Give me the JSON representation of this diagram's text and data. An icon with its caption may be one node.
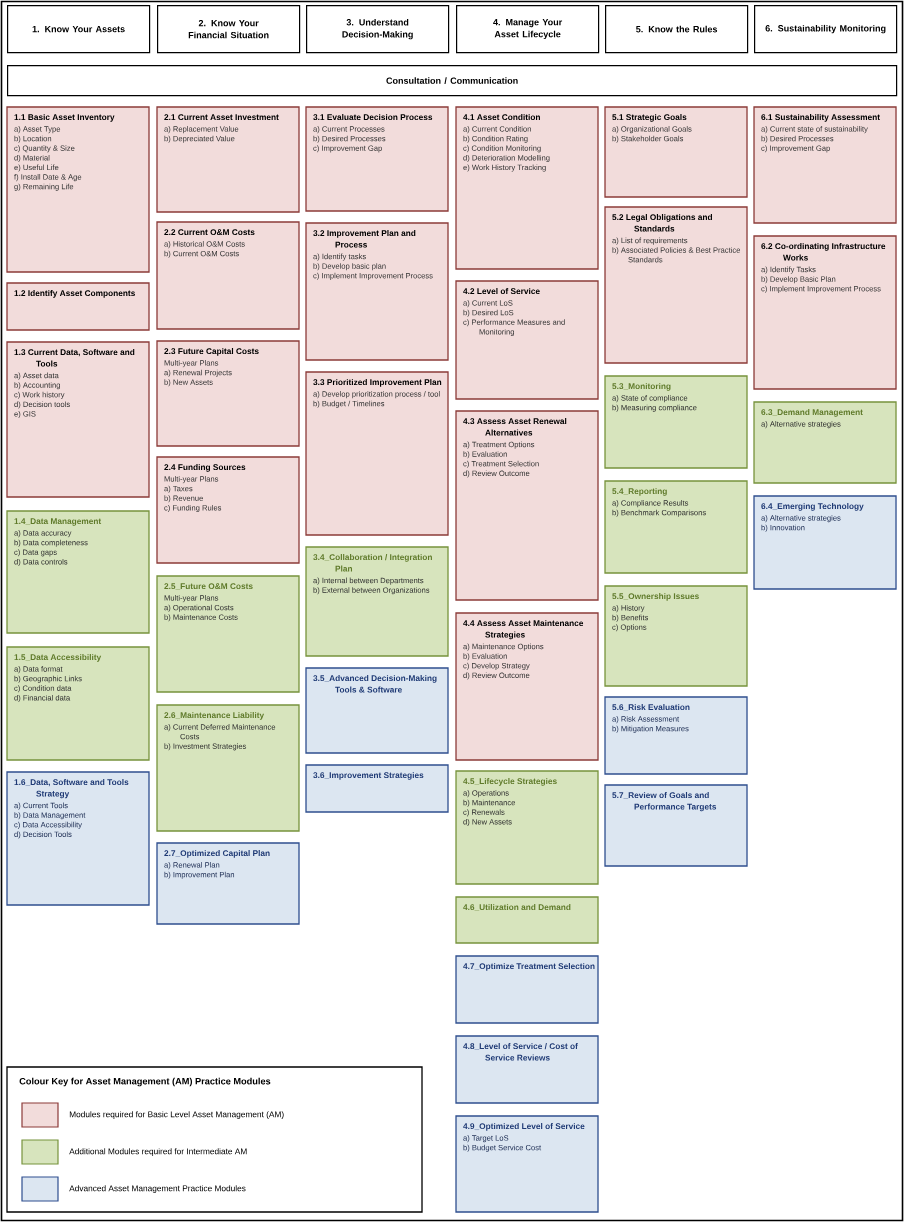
{
  "diagram": {
    "nodes": [
      {
        "text": [
          "1. Know Your Assets"
        ]
      },
      {
        "text": [
          "2. Know Your Financial Situation"
        ]
      },
      {
        "text": [
          "3. Understand Decision-Making"
        ]
      },
      {
        "text": [
          "4. Manage Your Asset Lifecycle"
        ]
      },
      {
        "text": [
          "5. Know the Rules"
        ]
      },
      {
        "text": [
          "6. Sustainability Monitoring"
        ]
      },
      {
        "text": [
          "Consultation / Communication"
        ]
      },
      {
        "text": [
          "1.1 Basic Asset Inventory",
          "a) Asset Type",
          "b) Location",
          "c) Quantity & Size",
          "d) Material",
          "e) Useful Life",
          "f) Install Date & Age",
          "g) Remaining Life"
        ]
      },
      {
        "text": [
          "1.2 Identify Asset Components"
        ]
      },
      {
        "text": [
          "1.3 Current Data, Software and Tools",
          "a) Asset data",
          "b) Accounting",
          "c) Work history",
          "d) Decision tools",
          "e) GIS"
        ]
      },
      {
        "text": [
          "1.4_Data Management",
          "a) Data accuracy",
          "b) Data completeness",
          "c) Data gaps",
          "d) Data controls"
        ]
      },
      {
        "text": [
          "1.5_Data Accessibility",
          "a) Data format",
          "b) Geographic Links",
          "c) Condition data",
          "d) Financial data"
        ]
      },
      {
        "text": [
          "1.6_Data, Software and Tools Strategy",
          "a) Current Tools",
          "b) Data Management",
          "c) Data Accessibility",
          "d) Decision Tools"
        ]
      },
      {
        "text": [
          "2.1 Current Asset Investment",
          "a) Replacement Value",
          "b) Depreciated Value"
        ]
      },
      {
        "text": [
          "2.2 Current O&M Costs",
          "a) Historical O&M Costs",
          "b) Current O&M Costs"
        ]
      },
      {
        "text": [
          "2.3 Future Capital Costs",
          "Multi-year Plans",
          "a) Renewal Projects",
          "b) New Assets"
        ]
      },
      {
        "text": [
          "2.4 Funding Sources",
          "Multi-year Plans",
          "a) Taxes",
          "b) Revenue",
          "c) Funding Rules"
        ]
      },
      {
        "text": [
          "2.5_Future O&M Costs",
          "Multi-year Plans",
          "a) Operational Costs",
          "b) Maintenance Costs"
        ]
      },
      {
        "text": [
          "2.6_Maintenance Liability",
          "a) Current Deferred Maintenance Costs",
          "b) Investment Strategies"
        ]
      },
      {
        "text": [
          "2.7_Optimized Capital Plan",
          "a) Renewal Plan",
          "b) Improvement Plan"
        ]
      },
      {
        "text": [
          "3.1 Evaluate Decision Process",
          "a) Current Processes",
          "b) Desired Processes",
          "c) Improvement Gap"
        ]
      },
      {
        "text": [
          "3.2 Improvement Plan and Process",
          "a) Identify tasks",
          "b) Develop basic plan",
          "c) Implement Improvement Process"
        ]
      },
      {
        "text": [
          "3.3 Prioritized Improvement Plan",
          "a) Develop prioritization process / tool",
          "b) Budget / Timelines"
        ]
      },
      {
        "text": [
          "3.4_Collaboration / Integration Plan",
          "a) Internal between Departments",
          "b) External between Organizations"
        ]
      },
      {
        "text": [
          "3.5_Advanced Decision-Making Tools & Software"
        ]
      },
      {
        "text": [
          "3.6_Improvement Strategies"
        ]
      },
      {
        "text": [
          "4.1 Asset Condition",
          "a) Current Condition",
          "b) Condition Rating",
          "c) Condition Monitoring",
          "d) Deterioration Modelling",
          "e) Work History Tracking"
        ]
      },
      {
        "text": [
          "4.2 Level of Service",
          "a) Current LoS",
          "b) Desired LoS",
          "c) Performance Measures and Monitoring"
        ]
      },
      {
        "text": [
          "4.3 Assess Asset Renewal Alternatives",
          "a) Treatment Options",
          "b) Evaluation",
          "c) Treatment Selection",
          "d) Review Outcome"
        ]
      },
      {
        "text": [
          "4.4 Assess Asset Maintenance Strategies",
          "a) Maintenance Options",
          "b) Evaluation",
          "c) Develop Strategy",
          "d) Review Outcome"
        ]
      },
      {
        "text": [
          "4.5_Lifecycle Strategies",
          "a) Operations",
          "b) Maintenance",
          "c) Renewals",
          "d) New Assets"
        ]
      },
      {
        "text": [
          "4.6_Utilization and Demand"
        ]
      },
      {
        "text": [
          "4.7_Optimize Treatment Selection"
        ]
      },
      {
        "text": [
          "4.8_Level of Service / Cost of Service Reviews"
        ]
      },
      {
        "text": [
          "4.9_Optimized Level of Service",
          "a) Target LoS",
          "b) Budget Service Cost"
        ]
      },
      {
        "text": [
          "5.1 Strategic Goals",
          "a) Organizational Goals",
          "b) Stakeholder Goals"
        ]
      },
      {
        "text": [
          "5.2 Legal Obligations and Standards",
          "a) List of requirements",
          "b) Associated Policies & Best Practice Standards"
        ]
      },
      {
        "text": [
          "5.3_Monitoring",
          "a) State of compliance",
          "b) Measuring compliance"
        ]
      },
      {
        "text": [
          "5.4_Reporting",
          "a) Compliance Results",
          "b) Benchmark Comparisons"
        ]
      },
      {
        "text": [
          "5.5_Ownership Issues",
          "a) History",
          "b) Benefits",
          "c) Options"
        ]
      },
      {
        "text": [
          "5.6_Risk Evaluation",
          "a) Risk Assessment",
          "b) Mitigation Measures"
        ]
      },
      {
        "text": [
          "5.7_Review of Goals and Performance Targets"
        ]
      },
      {
        "text": [
          "6.1 Sustainability Assessment",
          "a) Current state of sustainability",
          "b) Desired Processes",
          "c) Improvement Gap"
        ]
      },
      {
        "text": [
          "6.2 Co-ordinating Infrastructure Works",
          "a) Identify Tasks",
          "b) Develop Basic Plan",
          "c) Implement Improvement Process"
        ]
      },
      {
        "text": [
          "6.3_Demand Management",
          "a) Alternative strategies"
        ]
      },
      {
        "text": [
          "6.4_Emerging Technology",
          "a) Alternative strategies",
          "b) Innovation"
        ]
      }
    ],
    "labels": [
      "Colour Key for Asset Management (AM) Practice Modules"
    ],
    "legend": [
      {
        "text": "Modules required for Basic Level Asset Management (AM)",
        "color": "#f2dcdb"
      },
      {
        "text": "Additional Modules required for Intermediate AM",
        "color": "#d7e4bd"
      },
      {
        "text": "Advanced Asset Management Practice Modules",
        "color": "#dce6f1"
      }
    ]
  }
}
